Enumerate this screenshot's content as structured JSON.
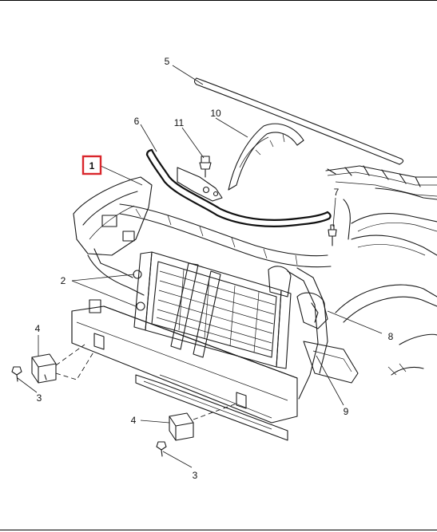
{
  "diagram": {
    "callouts": [
      {
        "id": "c1",
        "label": "1",
        "highlighted": true,
        "highlight_color": "#d9262c"
      },
      {
        "id": "c2",
        "label": "2",
        "highlighted": false
      },
      {
        "id": "c3a",
        "label": "3",
        "highlighted": false
      },
      {
        "id": "c3b",
        "label": "3",
        "highlighted": false
      },
      {
        "id": "c4a",
        "label": "4",
        "highlighted": false
      },
      {
        "id": "c4b",
        "label": "4",
        "highlighted": false
      },
      {
        "id": "c5",
        "label": "5",
        "highlighted": false
      },
      {
        "id": "c6",
        "label": "6",
        "highlighted": false
      },
      {
        "id": "c7",
        "label": "7",
        "highlighted": false
      },
      {
        "id": "c8",
        "label": "8",
        "highlighted": false
      },
      {
        "id": "c9",
        "label": "9",
        "highlighted": false
      },
      {
        "id": "c10",
        "label": "10",
        "highlighted": false
      },
      {
        "id": "c11",
        "label": "11",
        "highlighted": false
      }
    ]
  }
}
